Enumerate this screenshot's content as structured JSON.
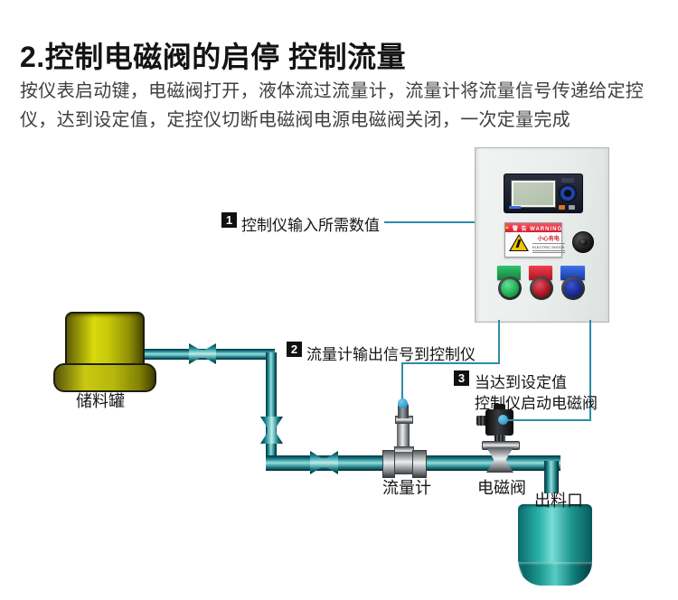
{
  "header": {
    "title": "2.控制电磁阀的启停 控制流量",
    "description_line1": "按仪表启动键，电磁阀打开，液体流过流量计，流量计将流量信号传递给定控",
    "description_line2": "仪，达到设定值，定控仪切断电磁阀电源电磁阀关闭，一次定量完成"
  },
  "callouts": {
    "c1": {
      "number": "1",
      "text": "控制仪输入所需数值"
    },
    "c2": {
      "number": "2",
      "text": "流量计输出信号到控制仪"
    },
    "c3": {
      "number": "3",
      "line1": "当达到设定值",
      "line2": "控制仪启动电磁阀"
    }
  },
  "equipment_labels": {
    "storage_tank": "储料罐",
    "flow_meter": "流量计",
    "solenoid_valve": "电磁阀",
    "outlet": "出料口"
  },
  "control_panel": {
    "warning_title": "警 告 WARNING",
    "warning_caution": "小心有电",
    "warning_shock": "ELECTRIC SHOCK"
  },
  "colors": {
    "connector_line": "#2e8ca6",
    "connector_dot": "#3fa6d4",
    "pipe_teal_dark": "#05343c",
    "pipe_teal_light": "#93dedd",
    "tank_yellow": "#c7c709",
    "bucket_teal": "#2cb6ae",
    "panel_gray": "#e9edec",
    "warning_red": "#d51f30",
    "button_green": "#1ea94e",
    "button_red": "#a81222",
    "button_blue": "#18278e"
  }
}
